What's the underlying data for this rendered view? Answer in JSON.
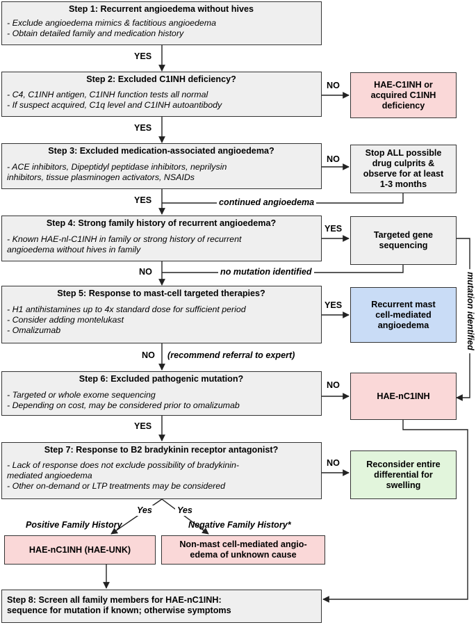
{
  "colors": {
    "step_fill": "#efefef",
    "hae_pink": "#fad8d8",
    "mast_blue": "#c9dcf6",
    "reconsider_green": "#e2f5dc",
    "neutral_box": "#efefef"
  },
  "steps": [
    {
      "title": "Step 1: Recurrent angioedema without hives",
      "bullets": [
        "- Exclude angioedema mimics & factitious angioedema",
        "- Obtain detailed family and medication history"
      ]
    },
    {
      "title": "Step 2: Excluded C1INH deficiency?",
      "bullets": [
        "- C4, C1INH antigen, C1INH function tests all normal",
        "- If suspect acquired, C1q level and C1INH autoantibody"
      ]
    },
    {
      "title": "Step 3: Excluded medication-associated angioedema?",
      "bullets": [
        "- ACE inhibitors, Dipeptidyl peptidase inhibitors, neprilysin",
        "inhibitors, tissue plasminogen activators, NSAIDs"
      ]
    },
    {
      "title": "Step 4: Strong family history of recurrent angioedema?",
      "bullets": [
        "- Known HAE-nl-C1INH in family or strong history of recurrent",
        "angioedema without hives in family"
      ]
    },
    {
      "title": "Step 5: Response to mast-cell targeted therapies?",
      "bullets": [
        "- H1 antihistamines up to 4x standard dose for sufficient period",
        "- Consider adding montelukast",
        "- Omalizumab"
      ]
    },
    {
      "title": "Step 6: Excluded pathogenic mutation?",
      "bullets": [
        "- Targeted or whole exome sequencing",
        "- Depending on cost, may be considered prior to omalizumab"
      ]
    },
    {
      "title": "Step 7: Response to B2 bradykinin receptor antagonist?",
      "bullets": [
        "- Lack of response does not exclude possibility of bradykinin-",
        "mediated angioedema",
        "- Other on-demand or LTP treatments may be considered"
      ]
    },
    {
      "title": "Step 8: Screen all family members for HAE-nC1INH:",
      "bullets": [
        "sequence for mutation if known; otherwise symptoms"
      ]
    }
  ],
  "outcomes": {
    "hae_c1inh": [
      "HAE-C1INH or",
      "acquired C1INH",
      "deficiency"
    ],
    "stop_drugs": [
      "Stop ALL possible",
      "drug culprits &",
      "observe for at least",
      "1-3 months"
    ],
    "gene_seq": [
      "Targeted gene",
      "sequencing"
    ],
    "mast_cell": [
      "Recurrent mast",
      "cell-mediated",
      "angioedema"
    ],
    "hae_nc1inh": [
      "HAE-nC1INH"
    ],
    "reconsider": [
      "Reconsider entire",
      "differential for",
      "swelling"
    ],
    "hae_unk": [
      "HAE-nC1INH (HAE-UNK)"
    ],
    "non_mast": [
      "Non-mast cell-mediated angio-",
      "edema of unknown cause"
    ]
  },
  "labels": {
    "yes_upper": "YES",
    "no_upper": "NO",
    "yes_lower": "Yes",
    "continued_angioedema": "continued angioedema",
    "no_mutation_identified": "no mutation identified",
    "recommend_referral": "(recommend referral to expert)",
    "mutation_identified": "mutation identified",
    "positive_family_history": "Positive Family History",
    "negative_family_history": "Negative Family History*"
  }
}
